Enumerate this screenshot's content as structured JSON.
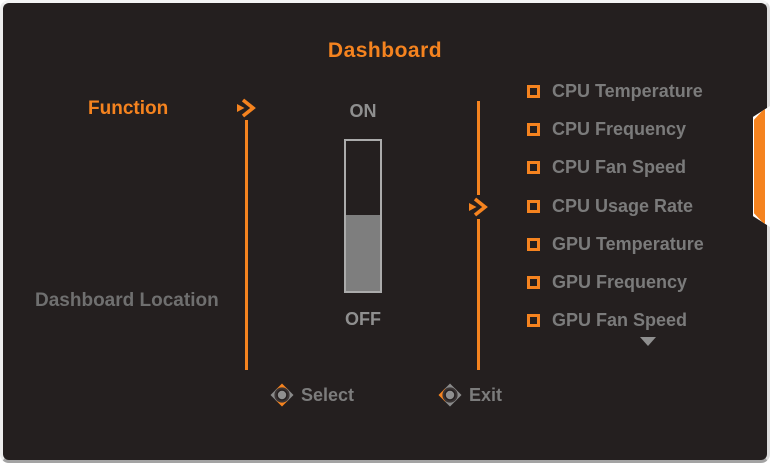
{
  "osd": {
    "title": "Dashboard",
    "menu": {
      "function_label": "Function",
      "location_label": "Dashboard Location"
    },
    "toggle": {
      "on_label": "ON",
      "off_label": "OFF",
      "current": "OFF"
    },
    "options": [
      "CPU Temperature",
      "CPU Frequency",
      "CPU Fan Speed",
      "CPU Usage Rate",
      "GPU Temperature",
      "GPU Frequency",
      "GPU Fan Speed"
    ],
    "footer": {
      "select_label": "Select",
      "exit_label": "Exit"
    },
    "icons": {
      "pointer": "chevron-right-icon",
      "select": "joystick-select-icon",
      "exit": "joystick-exit-icon",
      "scroll": "chevron-down-icon",
      "checkbox": "checkbox-icon"
    },
    "colors": {
      "accent": "#F5831F",
      "panel_bg": "#241F1F",
      "text_muted": "#6F6F6F",
      "text_light": "#8F8F8F",
      "slider_fill": "#7E7E7E",
      "tab_white": "#FFFFFF"
    }
  }
}
